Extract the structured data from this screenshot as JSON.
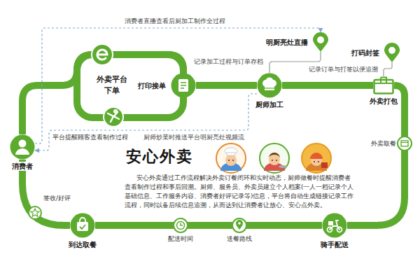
{
  "diagram": {
    "title": "安心外卖",
    "nodes": [
      {
        "text": [
          "消费者"
        ]
      },
      {
        "text": [
          "外卖平台 下单"
        ]
      },
      {
        "text": [
          "打印接单"
        ]
      },
      {
        "text": [
          "厨师加工"
        ]
      },
      {
        "text": [
          "外卖打包"
        ]
      },
      {
        "text": [
          "骑手配送"
        ]
      },
      {
        "text": [
          "到达取餐"
        ]
      },
      {
        "text": [
          "明厨亮灶直播"
        ]
      },
      {
        "text": [
          "打码封签"
        ]
      }
    ],
    "edges": [
      {
        "from": 0,
        "to": 2,
        "arrow": "none"
      },
      {
        "from": 2,
        "to": 3,
        "arrow": "none"
      },
      {
        "from": 3,
        "to": 4,
        "arrow": "none"
      },
      {
        "from": 4,
        "to": 5,
        "arrow": "none"
      },
      {
        "from": 5,
        "to": 6,
        "arrow": "none"
      },
      {
        "from": 6,
        "to": 0,
        "arrow": "none"
      },
      {
        "from": 0,
        "to": 7,
        "label": "消费者直播查看后厨加工制作全过程",
        "arrow": "to"
      },
      {
        "from": 3,
        "to": 0,
        "label": "厨师炒菜时推送平台明厨亮灶视频流",
        "arrow": "to"
      },
      {
        "from": 3,
        "to": 7,
        "label": "记录加工过程与订单存档",
        "arrow": "none"
      },
      {
        "from": 4,
        "to": 8,
        "label": "记录订单与打签以便追溯",
        "arrow": "none"
      }
    ],
    "labels": [
      "平台提醒顾客查看制作过程",
      "签收/好评",
      "配送时间",
      "送餐路线",
      "外卖取餐",
      "安心外卖通过工作流程解决外卖订餐闭环和实时动态，厨师做餐时提醒消费者查看制作过程和事后回溯。厨师、服务员、外卖员建立个人档案(一人一档记录个人基础信息、工作服务内容、消费者好评记录等)信息，平台将自动生成链接记录工作流程，同时以备后续信息追溯，从而达到让消费者让放心、安心点外卖。"
    ]
  }
}
